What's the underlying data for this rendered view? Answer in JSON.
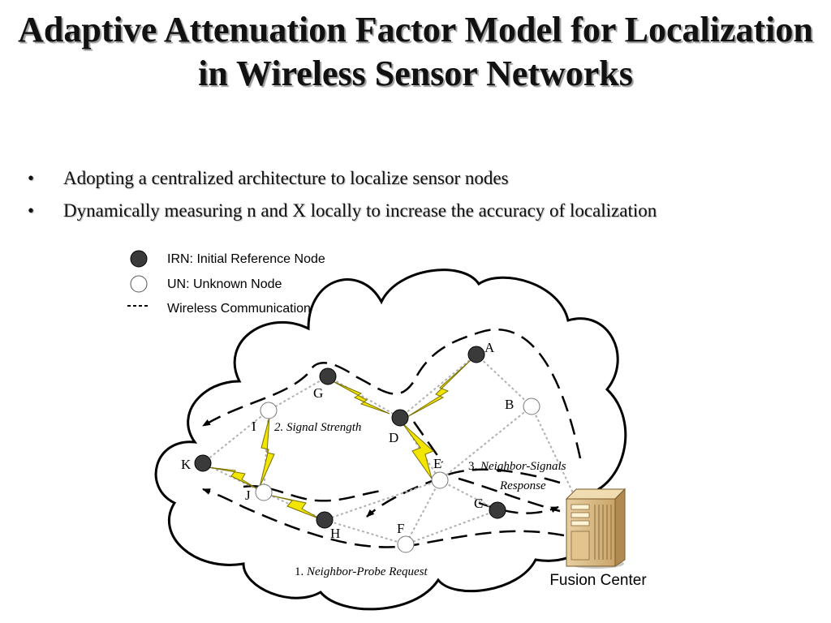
{
  "title": "Adaptive Attenuation Factor Model for Localization in Wireless Sensor Networks",
  "bullets": [
    "Adopting a centralized architecture to localize sensor nodes",
    "Dynamically measuring n and X locally to increase the accuracy of localization"
  ],
  "legend": {
    "irn": "IRN: Initial Reference Node",
    "un": "UN: Unknown Node",
    "wireless": "Wireless Communication"
  },
  "nodes": {
    "A": "A",
    "B": "B",
    "C": "C",
    "D": "D",
    "E": "E",
    "F": "F",
    "G": "G",
    "H": "H",
    "I": "I",
    "J": "J",
    "K": "K"
  },
  "labels": {
    "signal_strength": "2. Signal Strength",
    "response_num": "3.",
    "response_line1": "Neighbor-Signals",
    "response_line2": "Response",
    "probe_num": "1.",
    "probe_text": "Neighbor-Probe Request",
    "fusion_center": "Fusion Center"
  },
  "colors": {
    "irn_fill": "#3a3a3a",
    "un_fill": "#ffffff",
    "lightning": "#f2e600",
    "grid_link": "#b0b0b0"
  }
}
